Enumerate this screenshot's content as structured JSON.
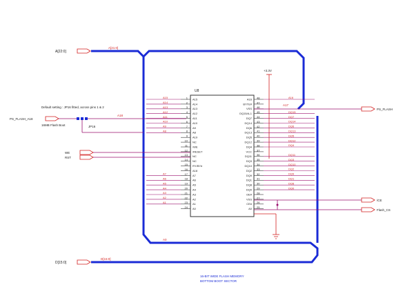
{
  "colors": {
    "bus": "#1a2bd6",
    "net": "#d21f1f",
    "wire": "#9a0f6e",
    "text": "#1a1a1a",
    "pin": "#333333"
  },
  "ports": {
    "addr_in": "A[22:0]",
    "data_out": "D[15:0]",
    "pf_flash_a18": "PS_FLASH_A18",
    "pf_flash": "PS_FLASH",
    "we": "WE",
    "reset": "RST",
    "ce": "/CE",
    "flash_ce": "Flash_CS"
  },
  "bus_labels": {
    "addr_top": "A[21:0]",
    "addr_lower": "A0",
    "data_bottom": "D[15:0]",
    "a19_wire": "A18",
    "a17_wire": "A17"
  },
  "notes": {
    "default_setting": "Default setting : JP16 fitted, across pins 1 & 2",
    "boot_label": "16MB Flash Boot",
    "jumper": "JP16",
    "chip_ref": "U8",
    "vcc": "+3.3V",
    "caption_line1": "16-BIT WIDE FLASH MEMORY",
    "caption_line2": "BOTTOM BOOT SECTOR"
  },
  "left_pins_top": [
    {
      "num": "1",
      "name": "A15",
      "net": "A15"
    },
    {
      "num": "2",
      "name": "A14",
      "net": "A14"
    },
    {
      "num": "3",
      "name": "A13",
      "net": "A13"
    },
    {
      "num": "4",
      "name": "A12",
      "net": "A12"
    },
    {
      "num": "5",
      "name": "A11",
      "net": "A11"
    },
    {
      "num": "6",
      "name": "A10",
      "net": "A10"
    },
    {
      "num": "7",
      "name": "A9",
      "net": "A9"
    },
    {
      "num": "8",
      "name": "A8",
      "net": "A8"
    },
    {
      "num": "9",
      "name": "A19",
      "net": ""
    },
    {
      "num": "10",
      "name": "NC",
      "net": ""
    },
    {
      "num": "11",
      "name": "/WE",
      "net": ""
    },
    {
      "num": "12",
      "name": "/RESET",
      "net": ""
    },
    {
      "num": "13",
      "name": "NC",
      "net": ""
    },
    {
      "num": "14",
      "name": "NC",
      "net": ""
    },
    {
      "num": "15",
      "name": "RY/BY#",
      "net": ""
    },
    {
      "num": "16",
      "name": "A18",
      "net": ""
    },
    {
      "num": "17",
      "name": "A7",
      "net": "A7"
    },
    {
      "num": "18",
      "name": "A6",
      "net": "A6"
    },
    {
      "num": "19",
      "name": "A5",
      "net": "A5"
    },
    {
      "num": "20",
      "name": "A4",
      "net": "A4"
    },
    {
      "num": "21",
      "name": "A3",
      "net": "A3"
    },
    {
      "num": "22",
      "name": "A2",
      "net": "A2"
    },
    {
      "num": "23",
      "name": "A1",
      "net": "A1"
    },
    {
      "num": "24",
      "name": "A0",
      "net": ""
    }
  ],
  "right_pins": [
    {
      "num": "48",
      "name": "A16",
      "net": "A16"
    },
    {
      "num": "47",
      "name": "BYTE#",
      "net": ""
    },
    {
      "num": "46",
      "name": "VSS",
      "net": ""
    },
    {
      "num": "45",
      "name": "DQ15/A-1",
      "net": "DQ15"
    },
    {
      "num": "44",
      "name": "DQ7",
      "net": "DQ7"
    },
    {
      "num": "43",
      "name": "DQ14",
      "net": "DQ14"
    },
    {
      "num": "42",
      "name": "DQ6",
      "net": "DQ6"
    },
    {
      "num": "41",
      "name": "DQ13",
      "net": "DQ13"
    },
    {
      "num": "40",
      "name": "DQ5",
      "net": "DQ5"
    },
    {
      "num": "39",
      "name": "DQ12",
      "net": "DQ12"
    },
    {
      "num": "38",
      "name": "DQ4",
      "net": "DQ4"
    },
    {
      "num": "37",
      "name": "VCC",
      "net": ""
    },
    {
      "num": "36",
      "name": "DQ11",
      "net": "DQ11"
    },
    {
      "num": "35",
      "name": "DQ3",
      "net": "DQ3"
    },
    {
      "num": "34",
      "name": "DQ10",
      "net": "DQ10"
    },
    {
      "num": "33",
      "name": "DQ2",
      "net": "DQ2"
    },
    {
      "num": "32",
      "name": "DQ9",
      "net": "DQ9"
    },
    {
      "num": "31",
      "name": "DQ1",
      "net": "DQ1"
    },
    {
      "num": "30",
      "name": "DQ8",
      "net": "DQ8"
    },
    {
      "num": "29",
      "name": "DQ0",
      "net": "DQ0"
    },
    {
      "num": "28",
      "name": "OE#",
      "net": ""
    },
    {
      "num": "27",
      "name": "VSS",
      "net": ""
    },
    {
      "num": "26",
      "name": "CE#",
      "net": ""
    },
    {
      "num": "25",
      "name": "A0",
      "net": ""
    }
  ]
}
